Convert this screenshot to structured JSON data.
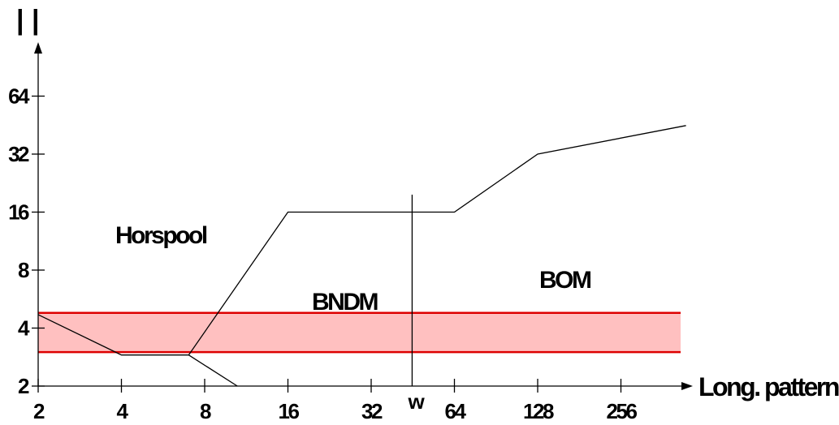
{
  "chart_data": {
    "type": "line",
    "title": "",
    "ylabel_marks": "| |",
    "xlabel": "Long. pattern",
    "x_scale": "log2",
    "y_scale": "log2",
    "x_ticks": [
      "2",
      "4",
      "8",
      "16",
      "32",
      "64",
      "128",
      "256"
    ],
    "y_ticks": [
      "2",
      "4",
      "8",
      "16",
      "32",
      "64"
    ],
    "xlim": [
      2,
      470
    ],
    "ylim": [
      2,
      120
    ],
    "w_marker": {
      "label": "w",
      "x": 45
    },
    "region_labels": [
      "Horspool",
      "BNDM",
      "BOM"
    ],
    "band": {
      "y_low": 3,
      "y_high": 4.8,
      "color": "#ffc0c0",
      "edge_color": "#dd0000"
    },
    "series": [
      {
        "role": "horspool-bndm-boundary",
        "x": [
          2,
          4,
          7,
          16,
          64,
          128,
          440
        ],
        "y": [
          4.7,
          2.9,
          2.9,
          16,
          16,
          32,
          45
        ]
      },
      {
        "role": "horspool-lower-boundary",
        "x": [
          7,
          10.5
        ],
        "y": [
          2.9,
          2
        ]
      }
    ],
    "grid": false,
    "legend": "none"
  }
}
